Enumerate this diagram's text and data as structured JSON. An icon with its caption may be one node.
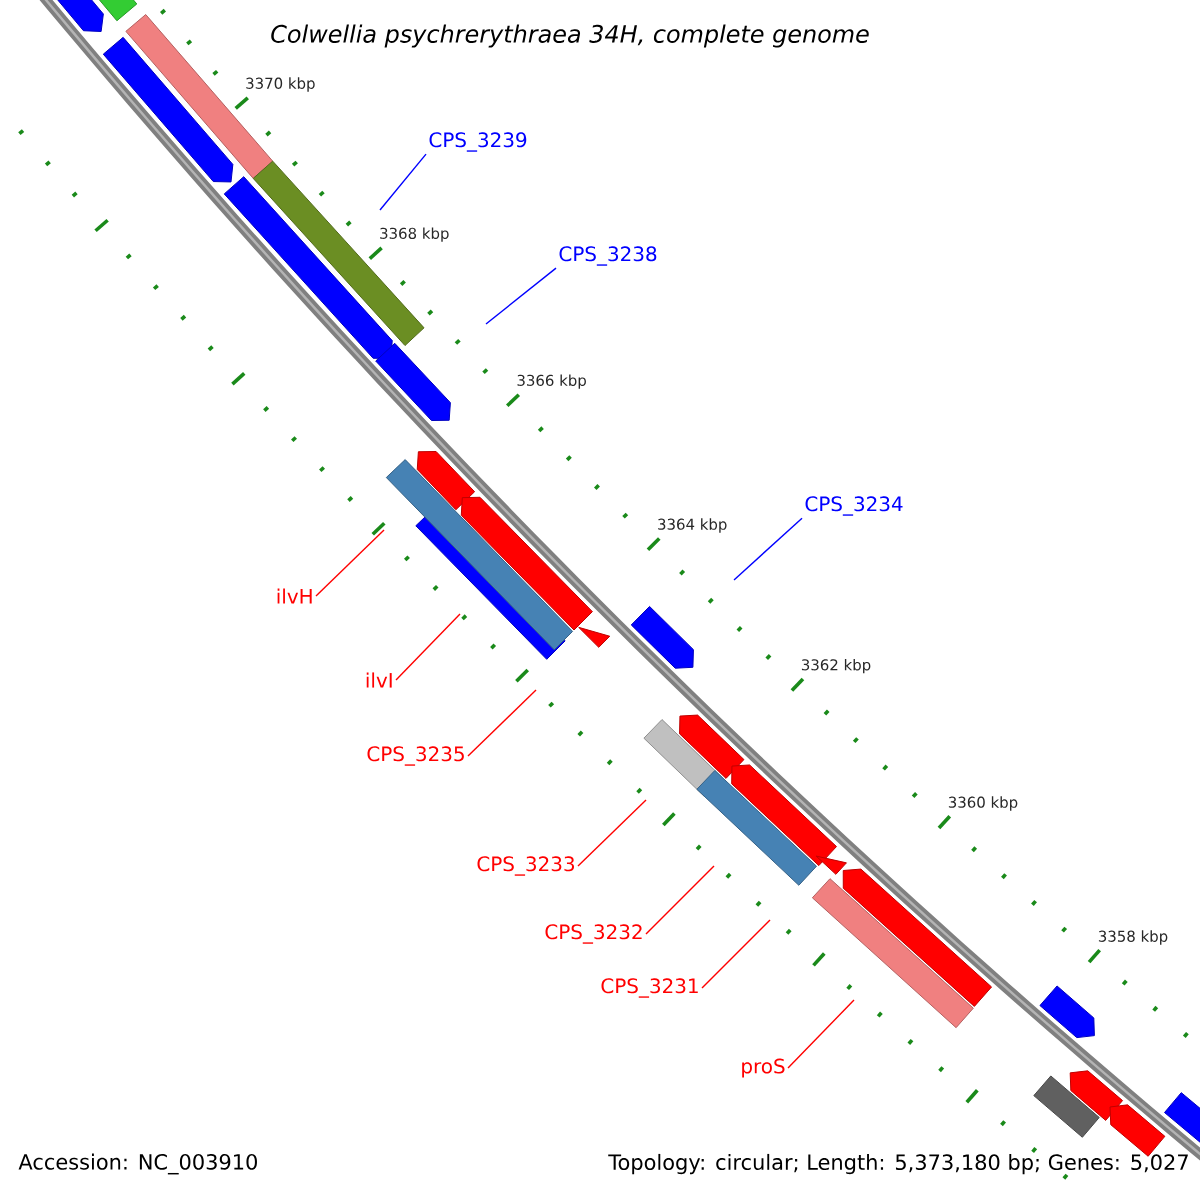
{
  "diagram": {
    "title": "Colwellia psychrerythraea 34H, complete genome",
    "nodes": [
      {
        "text": [
          "CPS_3239"
        ]
      },
      {
        "text": [
          "CPS_3238"
        ]
      },
      {
        "text": [
          "CPS_3234"
        ]
      },
      {
        "text": [
          "ilvH"
        ]
      },
      {
        "text": [
          "ilvI"
        ]
      },
      {
        "text": [
          "CPS_3235"
        ]
      },
      {
        "text": [
          "CPS_3233"
        ]
      },
      {
        "text": [
          "CPS_3232"
        ]
      },
      {
        "text": [
          "CPS_3231"
        ]
      },
      {
        "text": [
          "proS"
        ]
      }
    ],
    "edges": [
      {
        "from": 0,
        "to": null,
        "arrow": "none",
        "color": "#0000ff"
      },
      {
        "from": 1,
        "to": null,
        "arrow": "none",
        "color": "#0000ff"
      },
      {
        "from": 2,
        "to": null,
        "arrow": "none",
        "color": "#0000ff"
      },
      {
        "from": 3,
        "to": null,
        "arrow": "none"
      },
      {
        "from": 4,
        "to": null,
        "arrow": "none"
      },
      {
        "from": 5,
        "to": null,
        "arrow": "none"
      },
      {
        "from": 6,
        "to": null,
        "arrow": "none"
      },
      {
        "from": 7,
        "to": null,
        "arrow": "none"
      },
      {
        "from": 8,
        "to": null,
        "arrow": "none"
      },
      {
        "from": 9,
        "to": null,
        "arrow": "none"
      }
    ],
    "labels": [
      "3370 kbp",
      "3368 kbp",
      "3366 kbp",
      "3364 kbp",
      "3362 kbp",
      "3360 kbp",
      "3358 kbp",
      "Accession: NC_003910",
      "Topology: circular; Length: 5,373,180 bp; Genes: 5,027"
    ]
  }
}
